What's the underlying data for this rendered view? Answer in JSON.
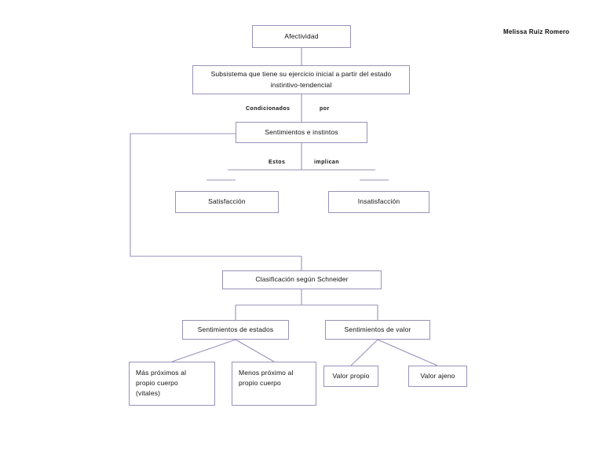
{
  "document": {
    "author": "Melissa Ruiz Romero",
    "accent_color": "#9b90ba",
    "background_color": "#ffffff",
    "text_color": "#111111"
  },
  "diagram": {
    "type": "concept-map",
    "title": "Afectividad",
    "nodes": {
      "root": {
        "label": "Afectividad"
      },
      "subsystem": {
        "label": "Subsistema que tiene su ejercicio inicial a partir del estado\ninstintivo-tendencial"
      },
      "feelings": {
        "label": "Sentimientos e instintos"
      },
      "satisfaction": {
        "label": "Satisfacción"
      },
      "dissatisfaction": {
        "label": "Insatisfacción"
      },
      "classification": {
        "label": "Clasificación según Schneider"
      },
      "state_feelings": {
        "label": "Sentimientos de estados"
      },
      "value_feelings": {
        "label": "Sentimientos de valor"
      },
      "closer_body": {
        "label": "Más próximos al\npropio cuerpo\n(vitales)"
      },
      "farther_body": {
        "label": "Menos próximo al\npropio cuerpo"
      },
      "own_value": {
        "label": "Valor propio"
      },
      "other_value": {
        "label": "Valor ajeno"
      }
    },
    "edge_labels": {
      "conditioned": "Condicionados",
      "by": "por",
      "these": "Estos",
      "imply": "implican"
    }
  }
}
